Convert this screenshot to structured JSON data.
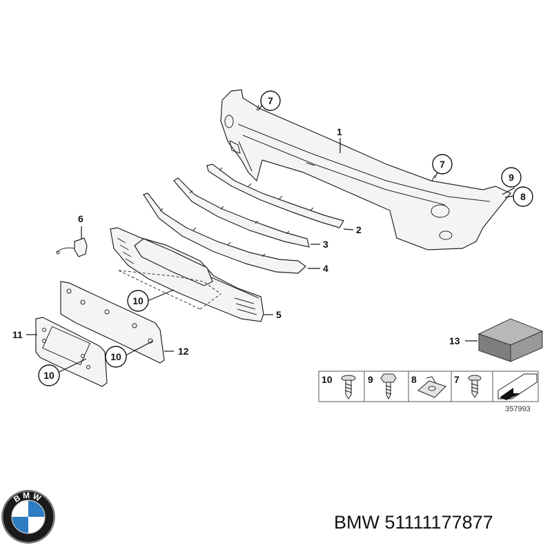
{
  "diagram": {
    "callouts": {
      "c1": "1",
      "c2": "2",
      "c3": "3",
      "c4": "4",
      "c5": "5",
      "c6": "6",
      "c7a": "7",
      "c7b": "7",
      "c8": "8",
      "c9": "9",
      "c10a": "10",
      "c10b": "10",
      "c10c": "10",
      "c11": "11",
      "c12": "12",
      "c13": "13"
    },
    "fastener_legend": [
      "10",
      "9",
      "8",
      "7"
    ],
    "reference_code": "357993"
  },
  "brand": {
    "logo_letters": "BMW"
  },
  "caption": {
    "text": "BMW 51111177877"
  },
  "colors": {
    "logo_blue": "#2e7cc2",
    "logo_ring": "#1a1a1a",
    "box_fill": "#8a8a8a"
  }
}
